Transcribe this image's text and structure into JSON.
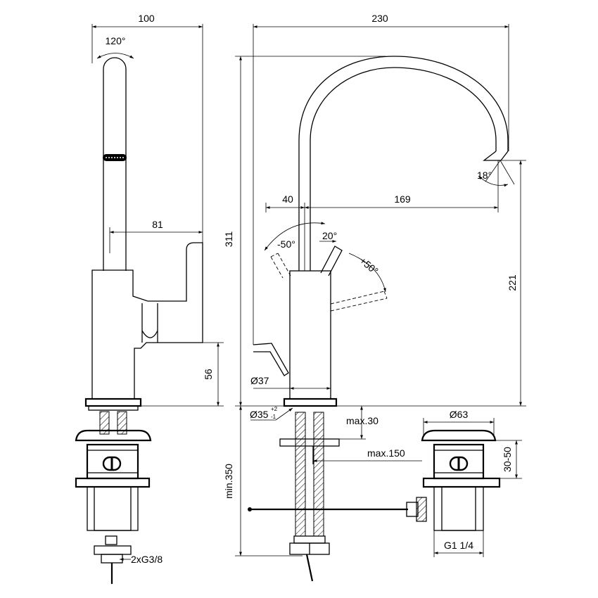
{
  "dimensions": {
    "side_width": "100",
    "rotation": "120°",
    "handle_reach": "81",
    "base_height": "56",
    "total_width": "230",
    "total_height": "311",
    "outlet_angle": "18°",
    "offset_40": "40",
    "spout_reach": "169",
    "lever_minus": "-50°",
    "lever_tilt": "20°",
    "lever_plus": "+50°",
    "spout_height": "221",
    "body_diameter": "Ø37",
    "hole_diameter": "Ø35",
    "hole_tol_plus": "+2",
    "hole_tol_minus": "-1",
    "max_thickness": "max.30",
    "max_rod": "max.150",
    "min_hose": "min.350",
    "waste_diameter": "Ø63",
    "waste_range": "30-50",
    "waste_thread": "G1 1/4",
    "connection": "2xG3/8"
  }
}
